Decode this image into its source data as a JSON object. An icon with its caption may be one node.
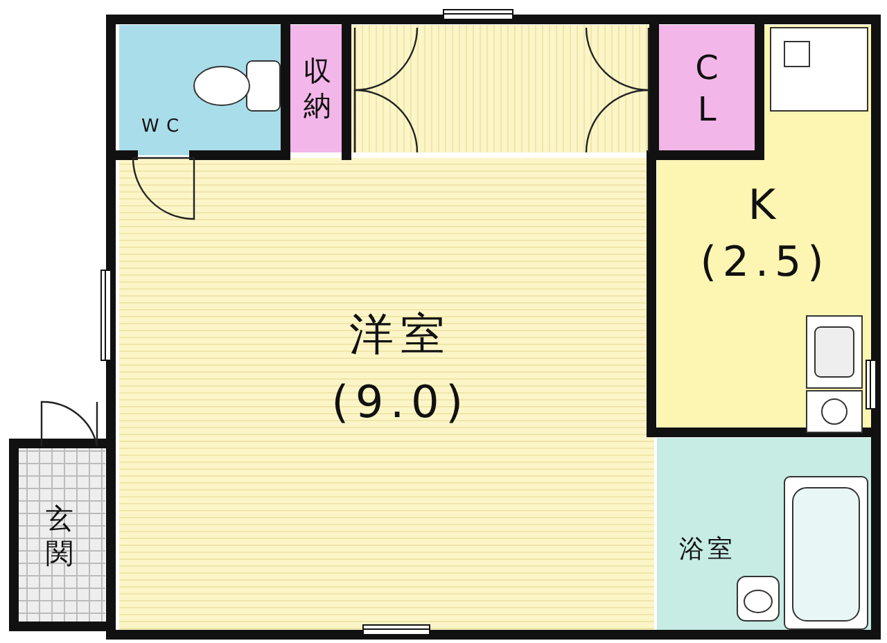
{
  "diagram": {
    "nodes": [
      {
        "text": [
          "WC"
        ]
      },
      {
        "text": [
          "収納"
        ]
      },
      {
        "text": [
          "C L"
        ]
      },
      {
        "text": [
          "K",
          "(2.5)"
        ]
      },
      {
        "text": [
          "洋室",
          "(9.0)"
        ]
      },
      {
        "text": [
          "玄関"
        ]
      },
      {
        "text": [
          "浴室"
        ]
      }
    ]
  }
}
